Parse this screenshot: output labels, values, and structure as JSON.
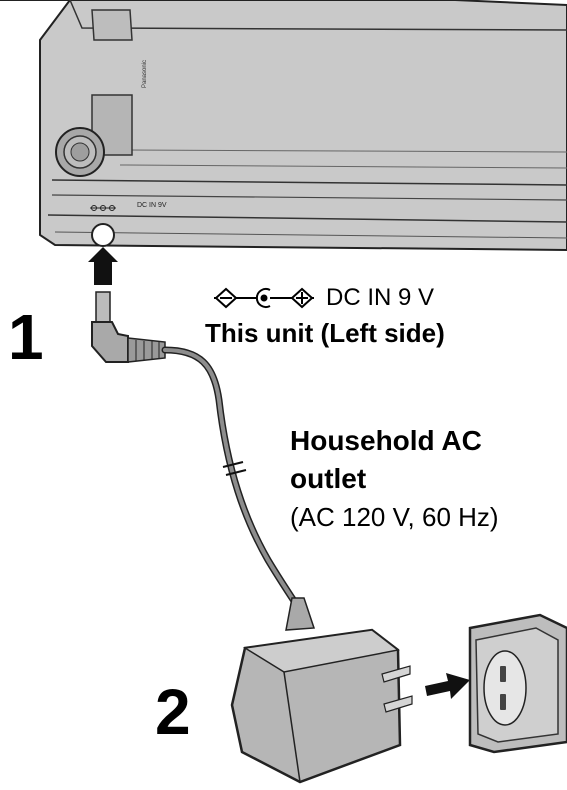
{
  "steps": {
    "one": "1",
    "two": "2"
  },
  "polarity": {
    "icon": "dc-polarity-symbol-icon",
    "label": "DC IN 9 V"
  },
  "unit_side": "This unit (Left side)",
  "outlet": {
    "line1": "Household AC",
    "line2": "outlet",
    "spec": "(AC 120 V, 60 Hz)"
  },
  "device_printed": {
    "brand": "Panasonic",
    "jack_label": "DC IN 9V"
  }
}
